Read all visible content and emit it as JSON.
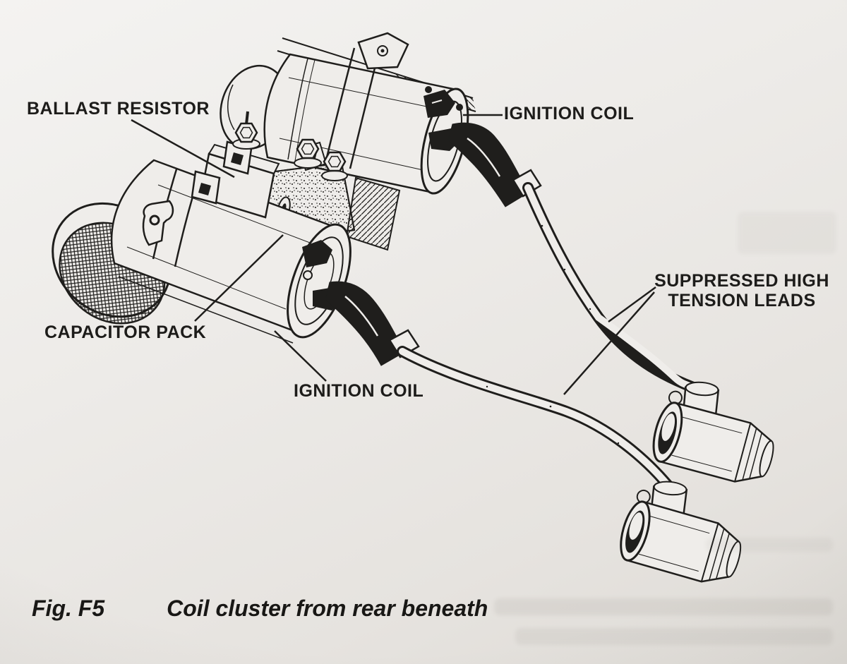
{
  "labels": {
    "ballast_resistor": "BALLAST RESISTOR",
    "ignition_coil_top": "IGNITION COIL",
    "suppressed_high_tension_line1": "SUPPRESSED HIGH",
    "suppressed_high_tension_line2": "TENSION LEADS",
    "capacitor_pack": "CAPACITOR PACK",
    "ignition_coil_bottom": "IGNITION COIL"
  },
  "caption": {
    "figure_number": "Fig. F5",
    "text": "Coil cluster from rear beneath"
  },
  "colors": {
    "ink": "#1f1e1c",
    "paper": "#efedea"
  }
}
